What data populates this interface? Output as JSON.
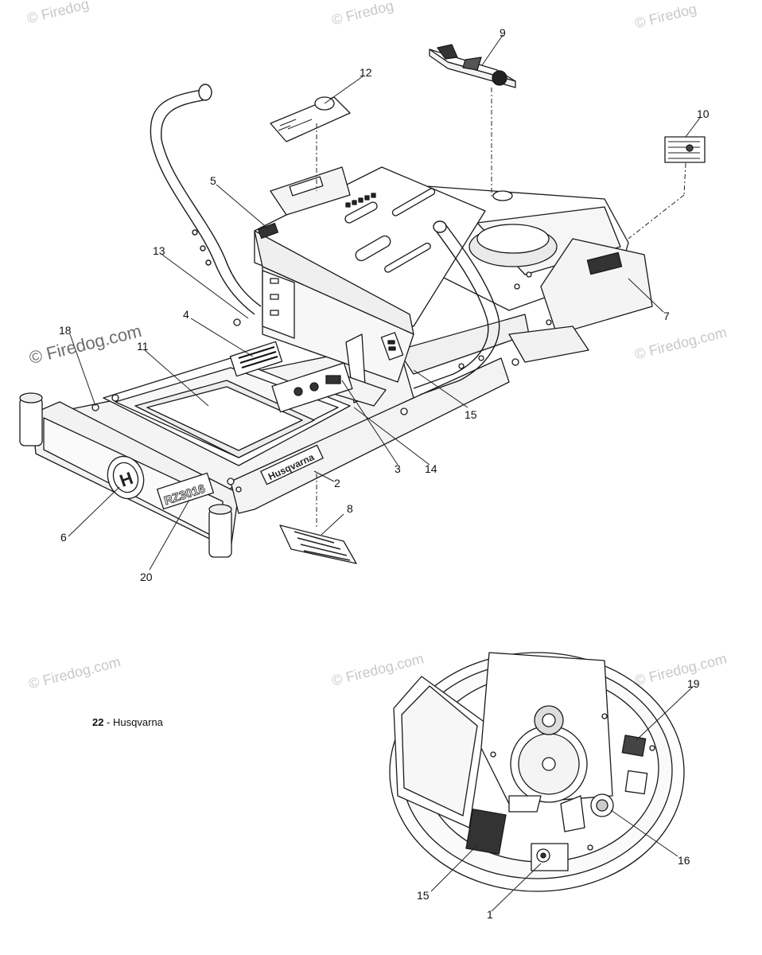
{
  "watermark": {
    "text": "© Firedog.com",
    "brand": "Firedog",
    "copyright_symbol": "©"
  },
  "caption": {
    "number": "22",
    "separator": " - ",
    "text": "Husqvarna"
  },
  "branding": {
    "logo_text": "Husqvarna",
    "model_text": "RZ3016",
    "logo_letter": "H"
  },
  "callouts": {
    "c1": "1",
    "c2": "2",
    "c3": "3",
    "c4": "4",
    "c5": "5",
    "c6": "6",
    "c7": "7",
    "c8": "8",
    "c9": "9",
    "c10": "10",
    "c11": "11",
    "c12": "12",
    "c13": "13",
    "c14": "14",
    "c15a": "15",
    "c15b": "15",
    "c16": "16",
    "c18": "18",
    "c19": "19",
    "c20": "20"
  },
  "colors": {
    "line": "#1a1a1a",
    "fill": "#ffffff",
    "shade": "#d9d9d9",
    "watermark": "#c8c8c8"
  }
}
